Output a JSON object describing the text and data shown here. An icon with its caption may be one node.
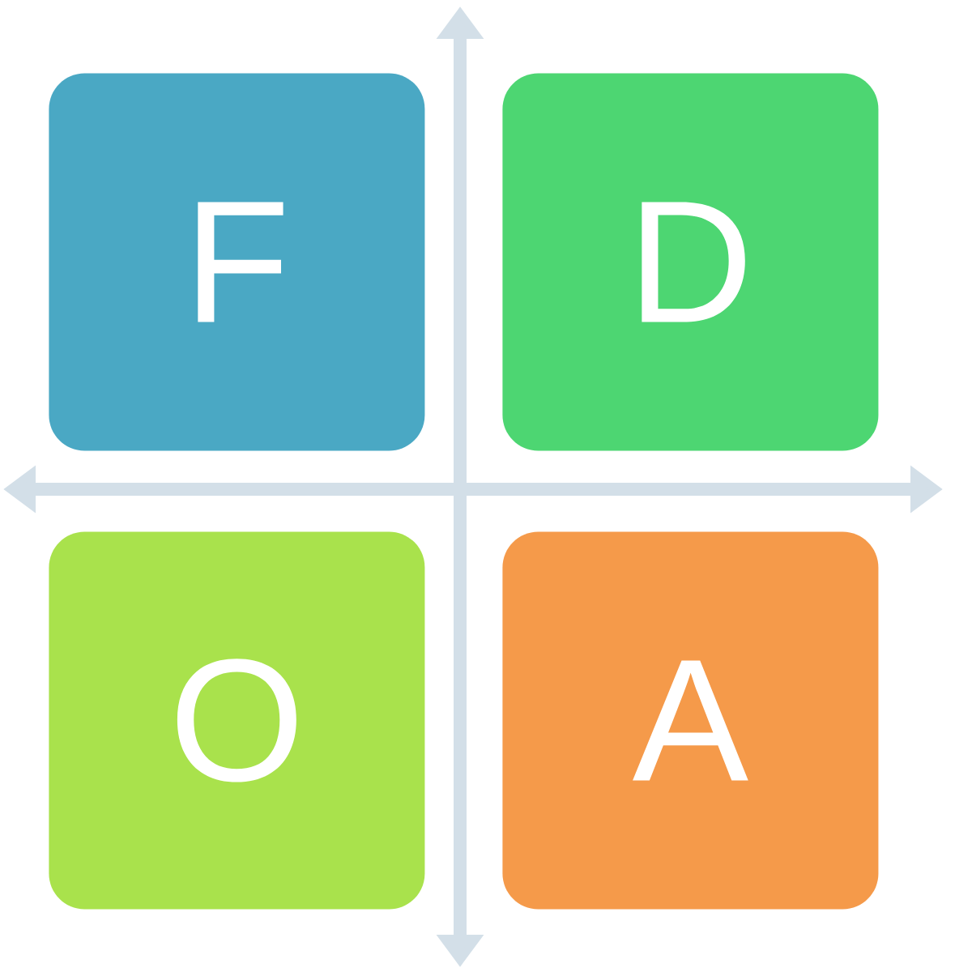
{
  "diagram": {
    "nodes": [
      {
        "text": [
          "F"
        ]
      },
      {
        "text": [
          "D"
        ]
      },
      {
        "text": [
          "O"
        ]
      },
      {
        "text": [
          "A"
        ]
      }
    ]
  }
}
